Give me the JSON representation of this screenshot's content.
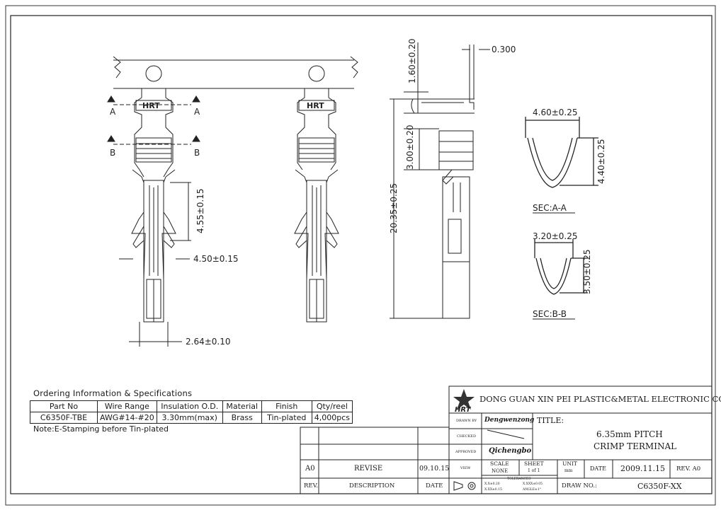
{
  "dimensions": {
    "d_0300": "0.300",
    "d_160": "1.60±0.20",
    "d_300": "3.00±0.20",
    "d_2035": "20.35±0.25",
    "d_455": "4.55±0.15",
    "d_450": "4.50±0.15",
    "d_264": "2.64±0.10",
    "d_460": "4.60±0.25",
    "d_440": "4.40±0.25",
    "d_320": "3.20±0.25",
    "d_350": "3.50±0.25"
  },
  "section_marks": {
    "a": "A",
    "b": "B"
  },
  "stamp_text": "HRT",
  "sections": {
    "aa": "SEC:A-A",
    "bb": "SEC:B-B"
  },
  "ordering": {
    "title": "Ordering Information & Specifications",
    "headers": [
      "Part No",
      "Wire Range",
      "Insulation O.D.",
      "Material",
      "Finish",
      "Qty/reel"
    ],
    "row": [
      "C6350F-TBE",
      "AWG#14-#20",
      "3.30mm(max)",
      "Brass",
      "Tin-plated",
      "4,000pcs"
    ],
    "note": "Note:E-Stamping before Tin-plated"
  },
  "title_block": {
    "company": "DONG GUAN XIN PEI PLASTIC&METAL ELECTRONIC CO.,LTD",
    "logo_text": "HRT",
    "drawn_by_label": "DRAWN BY",
    "drawn_by": "Dengwenzong",
    "checked_label": "CHECKED",
    "approved_label": "APPROVED",
    "approved_by": "Qichengbo",
    "view_label": "VIEW",
    "title_label": "TITLE:",
    "title_line1": "6.35mm PITCH",
    "title_line2": "CRIMP TERMINAL",
    "scale_label": "SCALE",
    "scale_value": "NONE",
    "sheet_label": "SHEET",
    "sheet_value": "1 of 1",
    "unit_label": "UNIT",
    "unit_value": "mm",
    "date_label": "DATE",
    "date_value": "2009.11.15",
    "rev_label": "REV. A0",
    "tolerances_label": "TOLERANCES",
    "tol_1": "X.X±0.20",
    "tol_2": "X.XXX±0.05",
    "tol_3": "X.XX±0.15",
    "tol_4": "ANGLE±1°",
    "drawno_label": "DRAW NO.:",
    "drawno_value": "C6350F-XX",
    "rev_row_rev": "A0",
    "rev_row_desc": "REVISE",
    "rev_row_date": "09.10.15",
    "col_rev": "REV.",
    "col_desc": "DESCRIPTION",
    "col_date": "DATE"
  }
}
